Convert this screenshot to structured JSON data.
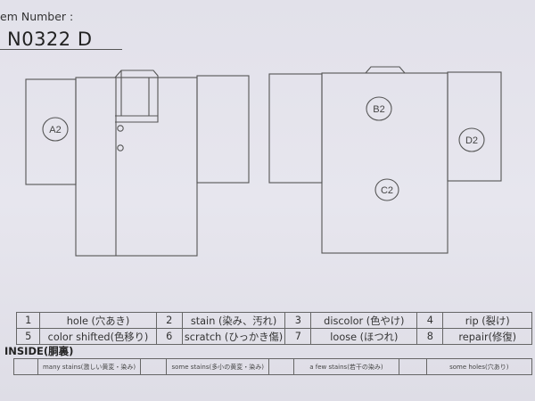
{
  "header": {
    "item_number_label": "em Number :",
    "item_number_value": "N0322 D"
  },
  "diagram": {
    "front_marks": [
      {
        "label": "A2"
      }
    ],
    "back_marks": [
      {
        "label": "B2"
      },
      {
        "label": "C2"
      },
      {
        "label": "D2"
      }
    ]
  },
  "legend": {
    "rows": [
      [
        {
          "num": "1",
          "text": "hole (穴あき)"
        },
        {
          "num": "2",
          "text": "stain (染み、汚れ)"
        },
        {
          "num": "3",
          "text": "discolor (色やけ)"
        },
        {
          "num": "4",
          "text": "rip (裂け)"
        }
      ],
      [
        {
          "num": "5",
          "text": "color shifted(色移り)"
        },
        {
          "num": "6",
          "text": "scratch (ひっかき傷)"
        },
        {
          "num": "7",
          "text": "loose (ほつれ)"
        },
        {
          "num": "8",
          "text": "repair(修復)"
        }
      ]
    ]
  },
  "inside": {
    "title": "INSIDE(胴裏)",
    "cells": [
      {
        "code": "",
        "text": "many stains(激しい黄変・染み)"
      },
      {
        "code": "",
        "text": "some stains(多小の黄変・染み)"
      },
      {
        "code": "",
        "text": "a few stains(若干の染み)"
      },
      {
        "code": "",
        "text": "some holes(穴あり)"
      }
    ]
  }
}
